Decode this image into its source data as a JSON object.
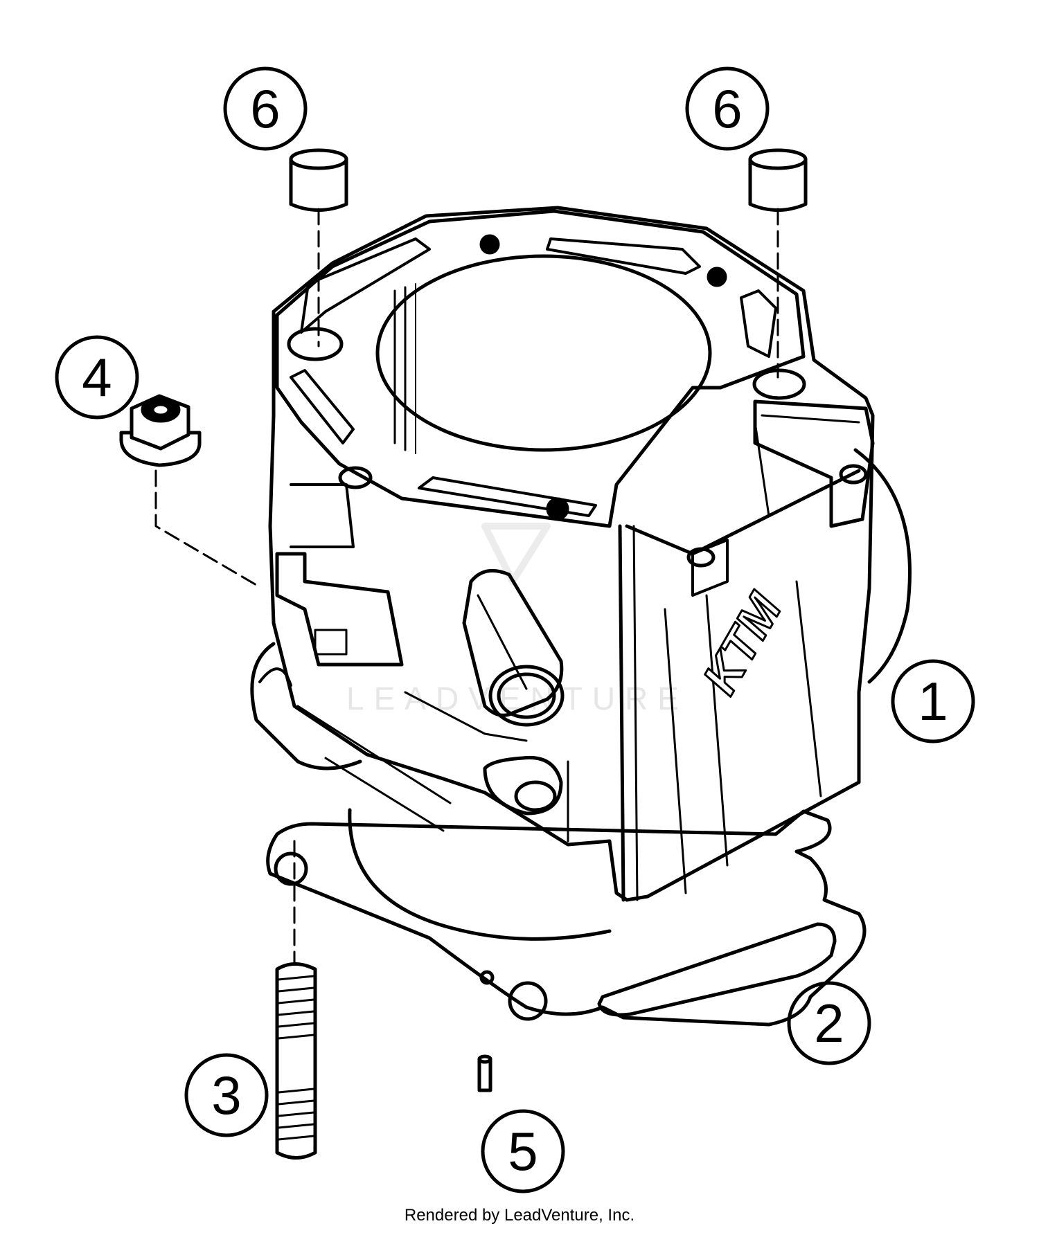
{
  "callouts": {
    "c1": "1",
    "c2": "2",
    "c3": "3",
    "c4": "4",
    "c5": "5",
    "c6a": "6",
    "c6b": "6"
  },
  "brand_mark": "KTM",
  "watermark": "LEADVENTURE",
  "footer": "Rendered by LeadVenture, Inc."
}
